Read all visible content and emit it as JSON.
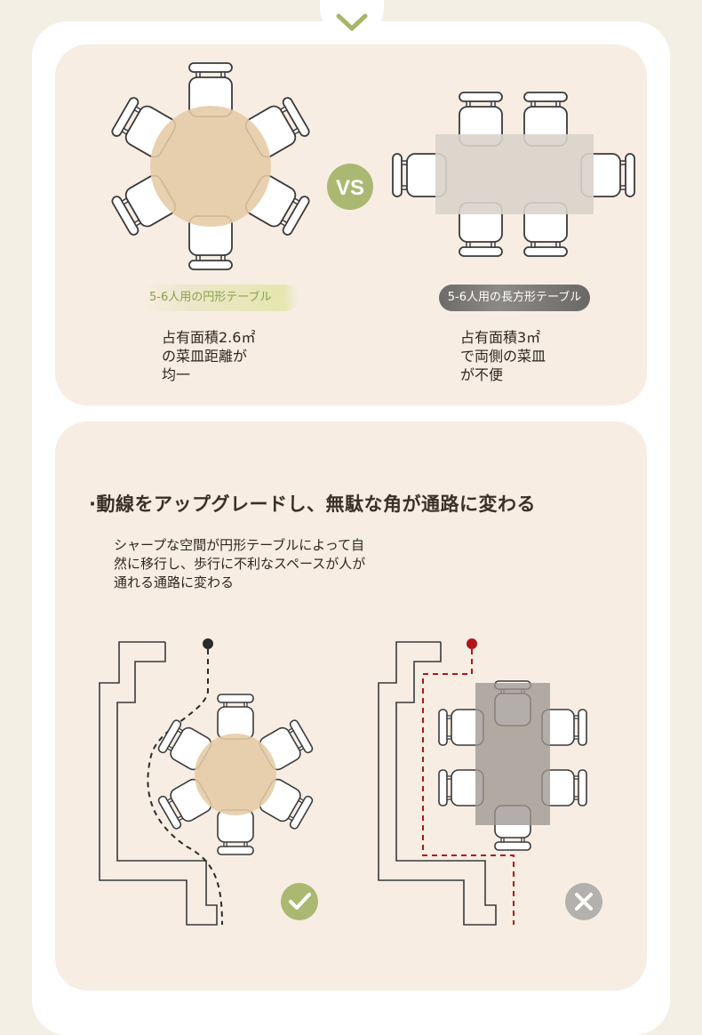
{
  "top_section": {
    "vs_label": "VS",
    "round_table_label": "5-6人用の円形テーブル",
    "rect_table_label": "5-6人用の長方形テーブル",
    "round_stat": [
      "占有面積2.6㎡",
      "の菜皿距離が",
      "均一"
    ],
    "rect_stat": [
      "占有面積3㎡",
      "で両側の菜皿",
      "が不便"
    ]
  },
  "bottom_section": {
    "heading": "·動線をアップグレードし、無駄な角が通路に変わる",
    "description": [
      "シャープな空間が円形テーブルによって自",
      "然に移行し、歩行に不利なスペースが人が",
      "通れる通路に変わる"
    ]
  },
  "colors": {
    "background": "#f4efe5",
    "panel": "#f7ede3",
    "accent_green": "#aab872",
    "round_table": "#e5cba5",
    "rect_table": "#d9d3ca",
    "path_red": "#b3151a",
    "cross_gray": "#b4b1ad"
  },
  "icons": [
    "chevron-down-icon",
    "check-icon",
    "cross-icon"
  ]
}
